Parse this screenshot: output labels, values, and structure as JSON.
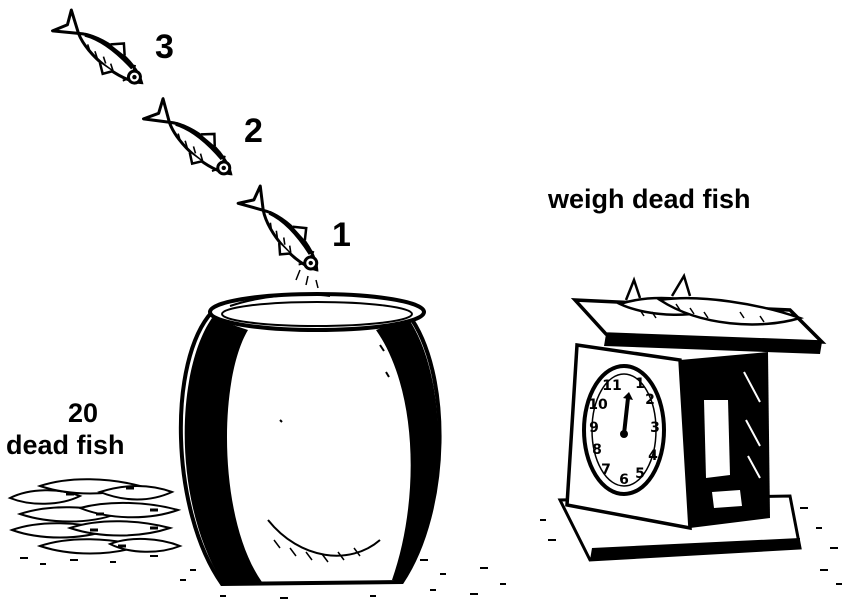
{
  "jump_numbers": {
    "first": "1",
    "second": "2",
    "third": "3"
  },
  "labels": {
    "scale_caption": "weigh dead fish",
    "pile_count": "20",
    "pile_caption": "dead fish"
  },
  "scale_dial": {
    "numbers": [
      "1",
      "2",
      "3",
      "4",
      "5",
      "6",
      "7",
      "8",
      "9",
      "10",
      "11"
    ]
  },
  "icons": {
    "jumping_fish": "fish-icon",
    "pot": "clay-pot-icon",
    "scale": "weighing-scale-icon",
    "fish_pile": "fish-pile-icon"
  },
  "colors": {
    "ink": "#000000",
    "paper": "#ffffff"
  }
}
